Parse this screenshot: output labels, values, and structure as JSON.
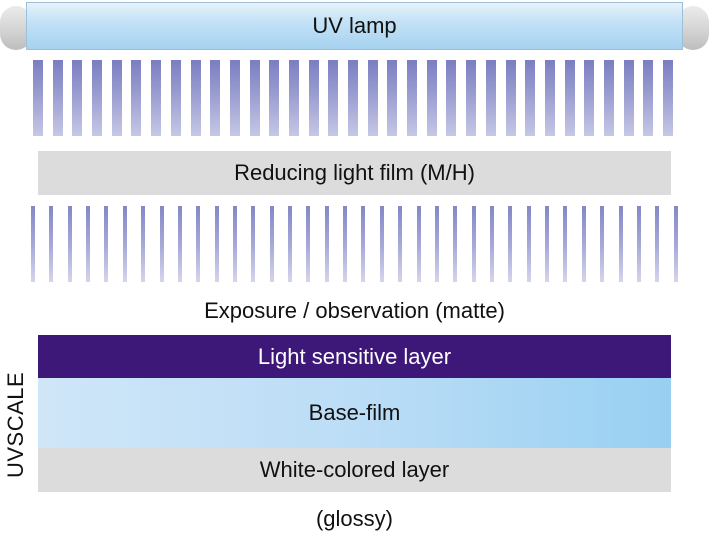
{
  "lamp": {
    "label": "UV lamp",
    "icon": "uv-lamp-tube"
  },
  "reducing_film": {
    "label": "Reducing light film (M/H)"
  },
  "exposure": {
    "label": "Exposure / observation (matte)"
  },
  "uvscale": {
    "label": "UVSCALE",
    "layers": [
      {
        "label": "Light sensitive layer"
      },
      {
        "label": "Base-film"
      },
      {
        "label": "White-colored layer"
      }
    ]
  },
  "bottom": {
    "label": "(glossy)"
  },
  "colors": {
    "light_sensitive_layer": "#3d1878",
    "base_film": "#b9dcf6",
    "white_layer": "#dcdcdc",
    "reducing_film": "#dcdcdc",
    "lamp_tube": "#c4e2f6",
    "ray": "#8c8fcb"
  }
}
